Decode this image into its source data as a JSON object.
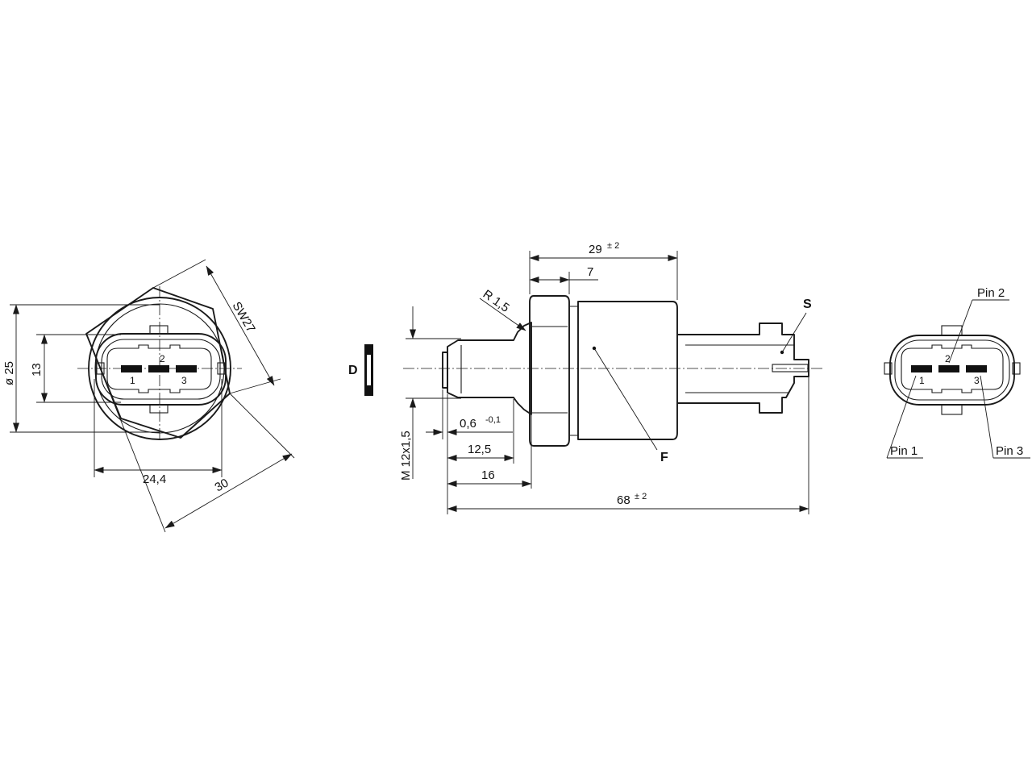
{
  "front_view": {
    "dim_diameter": "ø 25",
    "dim_height": "13",
    "dim_width": "24,4",
    "dim_across_flats": "SW27",
    "dim_across_corners": "30",
    "pins": [
      "1",
      "2",
      "3"
    ]
  },
  "side_view": {
    "label_d": "D",
    "dim_radius": "R 1,5",
    "dim_overall_top": "29",
    "dim_overall_top_tol": "± 2",
    "dim_hex_width": "7",
    "dim_thread": "M 12x1,5",
    "dim_chamfer": "0,6",
    "dim_chamfer_tol": "-0,1",
    "dim_thread_length": "12,5",
    "dim_shank_length": "16",
    "dim_total_length": "68",
    "dim_total_length_tol": "± 2",
    "label_f": "F",
    "label_s": "S"
  },
  "connector_view": {
    "pins": [
      "1",
      "2",
      "3"
    ],
    "pin_labels": [
      "Pin 1",
      "Pin 2",
      "Pin 3"
    ]
  }
}
